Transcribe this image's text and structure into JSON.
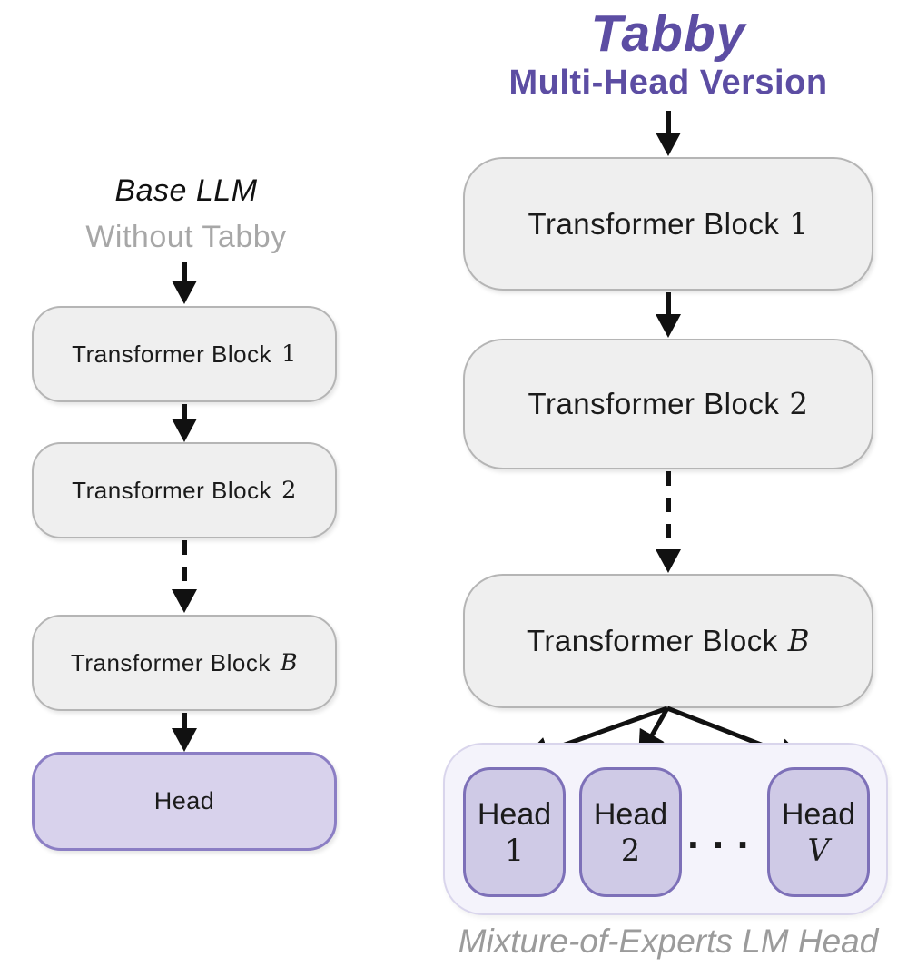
{
  "left_column": {
    "title": "Base LLM",
    "subtitle": "Without Tabby",
    "blocks": [
      {
        "label": "Transformer Block",
        "index": "1"
      },
      {
        "label": "Transformer Block",
        "index": "2"
      },
      {
        "label": "Transformer Block",
        "index": "B"
      }
    ],
    "head": {
      "label": "Head"
    }
  },
  "right_column": {
    "title": "Tabby",
    "subtitle": "Multi-Head Version",
    "blocks": [
      {
        "label": "Transformer Block",
        "index": "1"
      },
      {
        "label": "Transformer Block",
        "index": "2"
      },
      {
        "label": "Transformer Block",
        "index": "B"
      }
    ],
    "heads": [
      {
        "label": "Head",
        "index": "1"
      },
      {
        "label": "Head",
        "index": "2"
      },
      {
        "label": "Head",
        "index": "V"
      }
    ],
    "ellipsis": "···",
    "caption": "Mixture-of-Experts LM Head"
  },
  "colors": {
    "title_purple": "#5c4da3",
    "subtitle_gray": "#a7a7a7",
    "caption_gray": "#9b9b9b",
    "block_fill": "#efefef",
    "block_border": "#b5b5b5",
    "head_fill": "#d8d2ec",
    "head_border": "#8b7ec4",
    "small_head_fill": "#cfcae6",
    "small_head_border": "#7d70b8",
    "moe_container_fill": "#f4f3fb",
    "moe_container_border": "#d9d5ec",
    "arrow": "#111111"
  }
}
